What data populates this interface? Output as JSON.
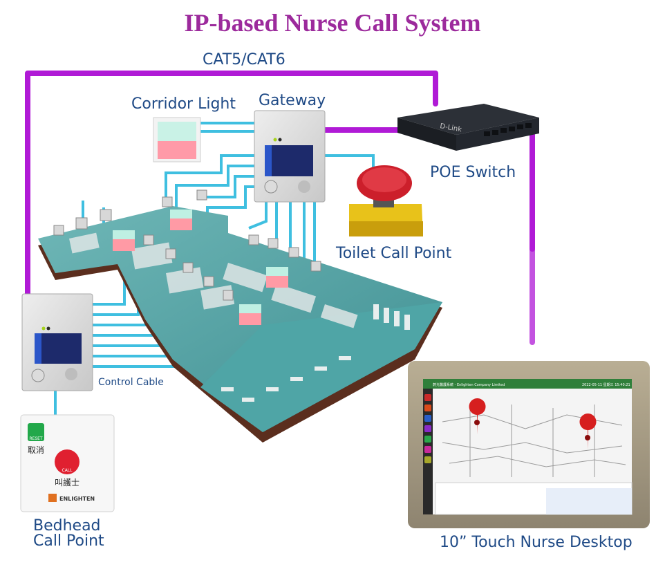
{
  "title": "IP-based Nurse Call System",
  "labels": {
    "network": "CAT5/CAT6",
    "corridor_light": "Corridor Light",
    "gateway": "Gateway",
    "poe_switch": "POE Switch",
    "toilet_call_point": "Toilet Call Point",
    "control_cable": "Control Cable",
    "bedhead_call_point_line1": "Bedhead",
    "bedhead_call_point_line2": "Call Point",
    "nurse_desktop": "10” Touch Nurse Desktop"
  },
  "switch_brand": "D-Link",
  "bedhead_panel": {
    "reset": "RESET",
    "cancel": "取消",
    "call": "CALL",
    "call_nurse": "叫護士",
    "brand": "ENLIGHTEN"
  },
  "desktop_screen": {
    "header": "蔚光醫護系統 - Enlighten Company Limited",
    "datetime": "2022-05-11 星期三 15:40:21"
  },
  "colors": {
    "title": "#9c2a9c",
    "cat_cable": "#b01ad6",
    "control_cable": "#3fbfe0",
    "labels": "#1f4a86"
  }
}
